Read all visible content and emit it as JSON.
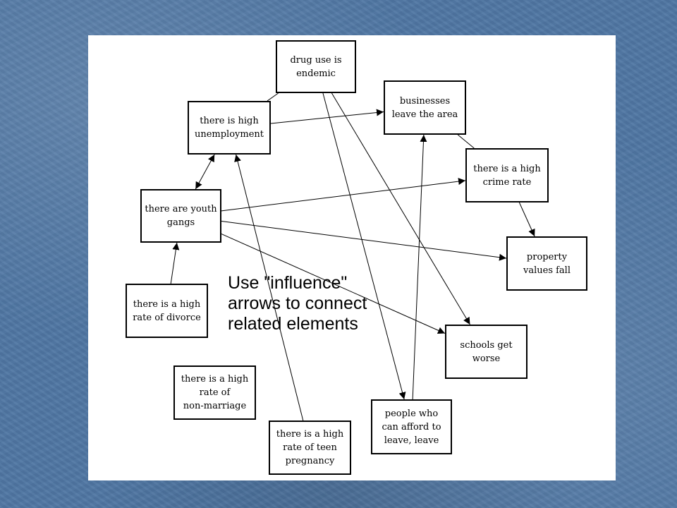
{
  "diagram": {
    "instruction": "Use \"influence\"\narrows to connect\nrelated elements",
    "nodes": [
      {
        "id": "drug_use",
        "label": "drug use is\nendemic"
      },
      {
        "id": "businesses",
        "label": "businesses\nleave the area"
      },
      {
        "id": "unemployment",
        "label": "there is high\nunemployment"
      },
      {
        "id": "crime",
        "label": "there is a high\ncrime rate"
      },
      {
        "id": "youth_gangs",
        "label": "there are youth\ngangs"
      },
      {
        "id": "property",
        "label": "property\nvalues fall"
      },
      {
        "id": "divorce",
        "label": "there is a high\nrate of divorce"
      },
      {
        "id": "schools",
        "label": "schools get\nworse"
      },
      {
        "id": "non_marriage",
        "label": "there is a high\nrate of\nnon-marriage"
      },
      {
        "id": "teen_pregnancy",
        "label": "there is a high\nrate of teen\npregnancy"
      },
      {
        "id": "afford_leave",
        "label": "people who\ncan afford to\nleave, leave"
      }
    ],
    "links": [
      {
        "from": "drug_use",
        "to": "unemployment",
        "arrow": "none"
      },
      {
        "from": "unemployment",
        "to": "businesses",
        "arrow": "end"
      },
      {
        "from": "unemployment",
        "to": "youth_gangs",
        "arrow": "both"
      },
      {
        "from": "businesses",
        "to": "crime",
        "arrow": "none"
      },
      {
        "from": "youth_gangs",
        "to": "crime",
        "arrow": "end"
      },
      {
        "from": "youth_gangs",
        "to": "property",
        "arrow": "end"
      },
      {
        "from": "youth_gangs",
        "to": "schools",
        "arrow": "end"
      },
      {
        "from": "crime",
        "to": "property",
        "arrow": "end"
      },
      {
        "from": "drug_use",
        "to": "schools",
        "arrow": "end"
      },
      {
        "from": "drug_use",
        "to": "afford_leave",
        "arrow": "end"
      },
      {
        "from": "afford_leave",
        "to": "businesses",
        "arrow": "end"
      },
      {
        "from": "teen_pregnancy",
        "to": "unemployment",
        "arrow": "end"
      },
      {
        "from": "divorce",
        "to": "youth_gangs",
        "arrow": "end"
      }
    ]
  }
}
